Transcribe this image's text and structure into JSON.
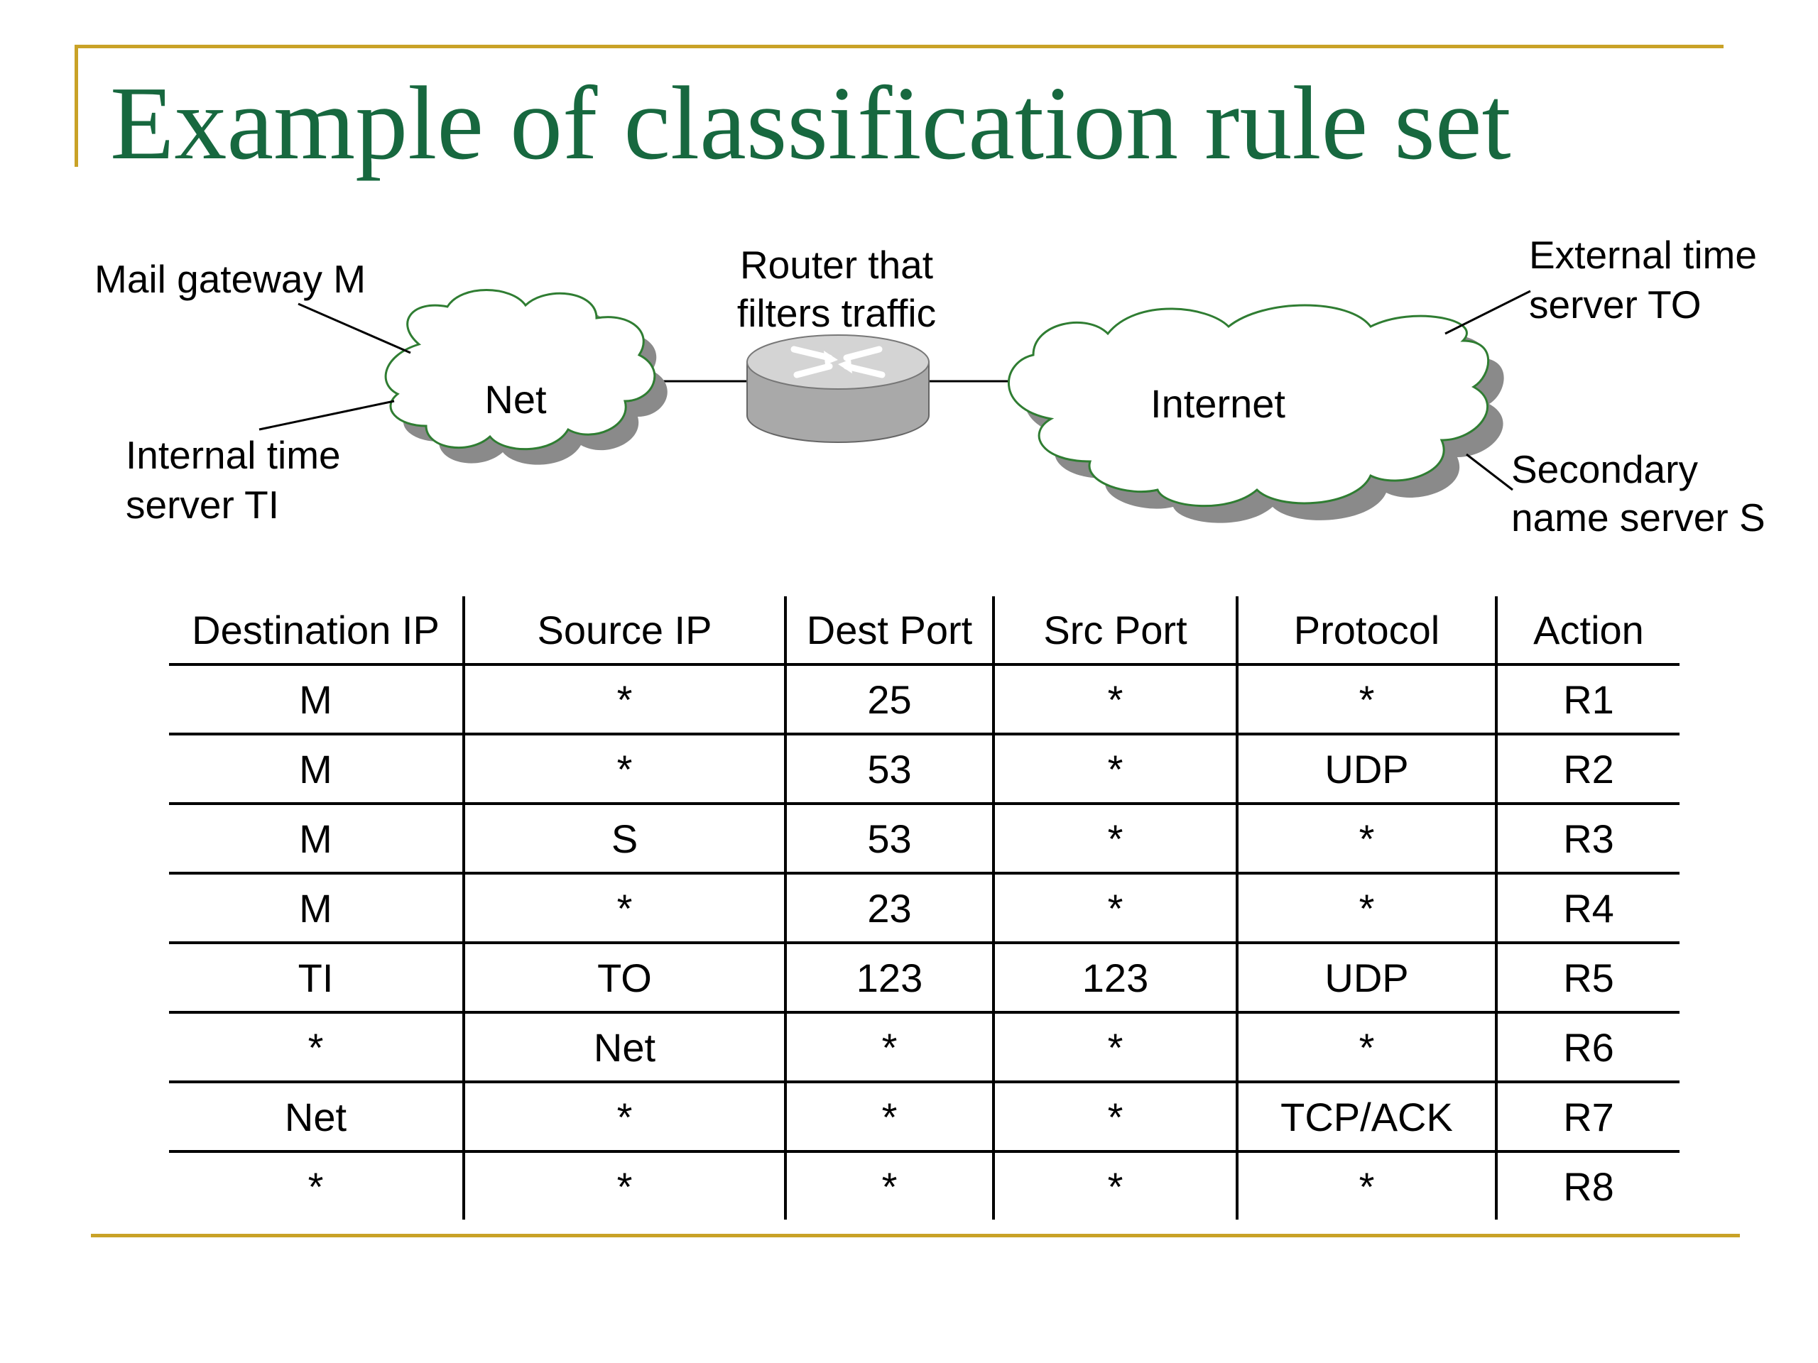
{
  "title": "Example of classification rule set",
  "colors": {
    "title": "#17683f",
    "accent_rule": "#c9a227",
    "cloud_outline": "#2f7d32",
    "cloud_shadow": "#8a8a8a",
    "router": "#b8b8b8"
  },
  "diagram": {
    "labels": {
      "mail_gateway": "Mail gateway M",
      "internal_time_line1": "Internal time",
      "internal_time_line2": "server TI",
      "router_line1": "Router that",
      "router_line2": "filters traffic",
      "external_time_line1": "External time",
      "external_time_line2": "server TO",
      "secondary_line1": "Secondary",
      "secondary_line2": "name server S"
    },
    "clouds": {
      "net": "Net",
      "internet": "Internet"
    },
    "icons": [
      "cloud-icon",
      "router-icon"
    ]
  },
  "table": {
    "headers": [
      "Destination IP",
      "Source IP",
      "Dest Port",
      "Src Port",
      "Protocol",
      "Action"
    ],
    "rows": [
      [
        "M",
        "*",
        "25",
        "*",
        "*",
        "R1"
      ],
      [
        "M",
        "*",
        "53",
        "*",
        "UDP",
        "R2"
      ],
      [
        "M",
        "S",
        "53",
        "*",
        "*",
        "R3"
      ],
      [
        "M",
        "*",
        "23",
        "*",
        "*",
        "R4"
      ],
      [
        "TI",
        "TO",
        "123",
        "123",
        "UDP",
        "R5"
      ],
      [
        "*",
        "Net",
        "*",
        "*",
        "*",
        "R6"
      ],
      [
        "Net",
        "*",
        "*",
        "*",
        "TCP/ACK",
        "R7"
      ],
      [
        "*",
        "*",
        "*",
        "*",
        "*",
        "R8"
      ]
    ]
  }
}
